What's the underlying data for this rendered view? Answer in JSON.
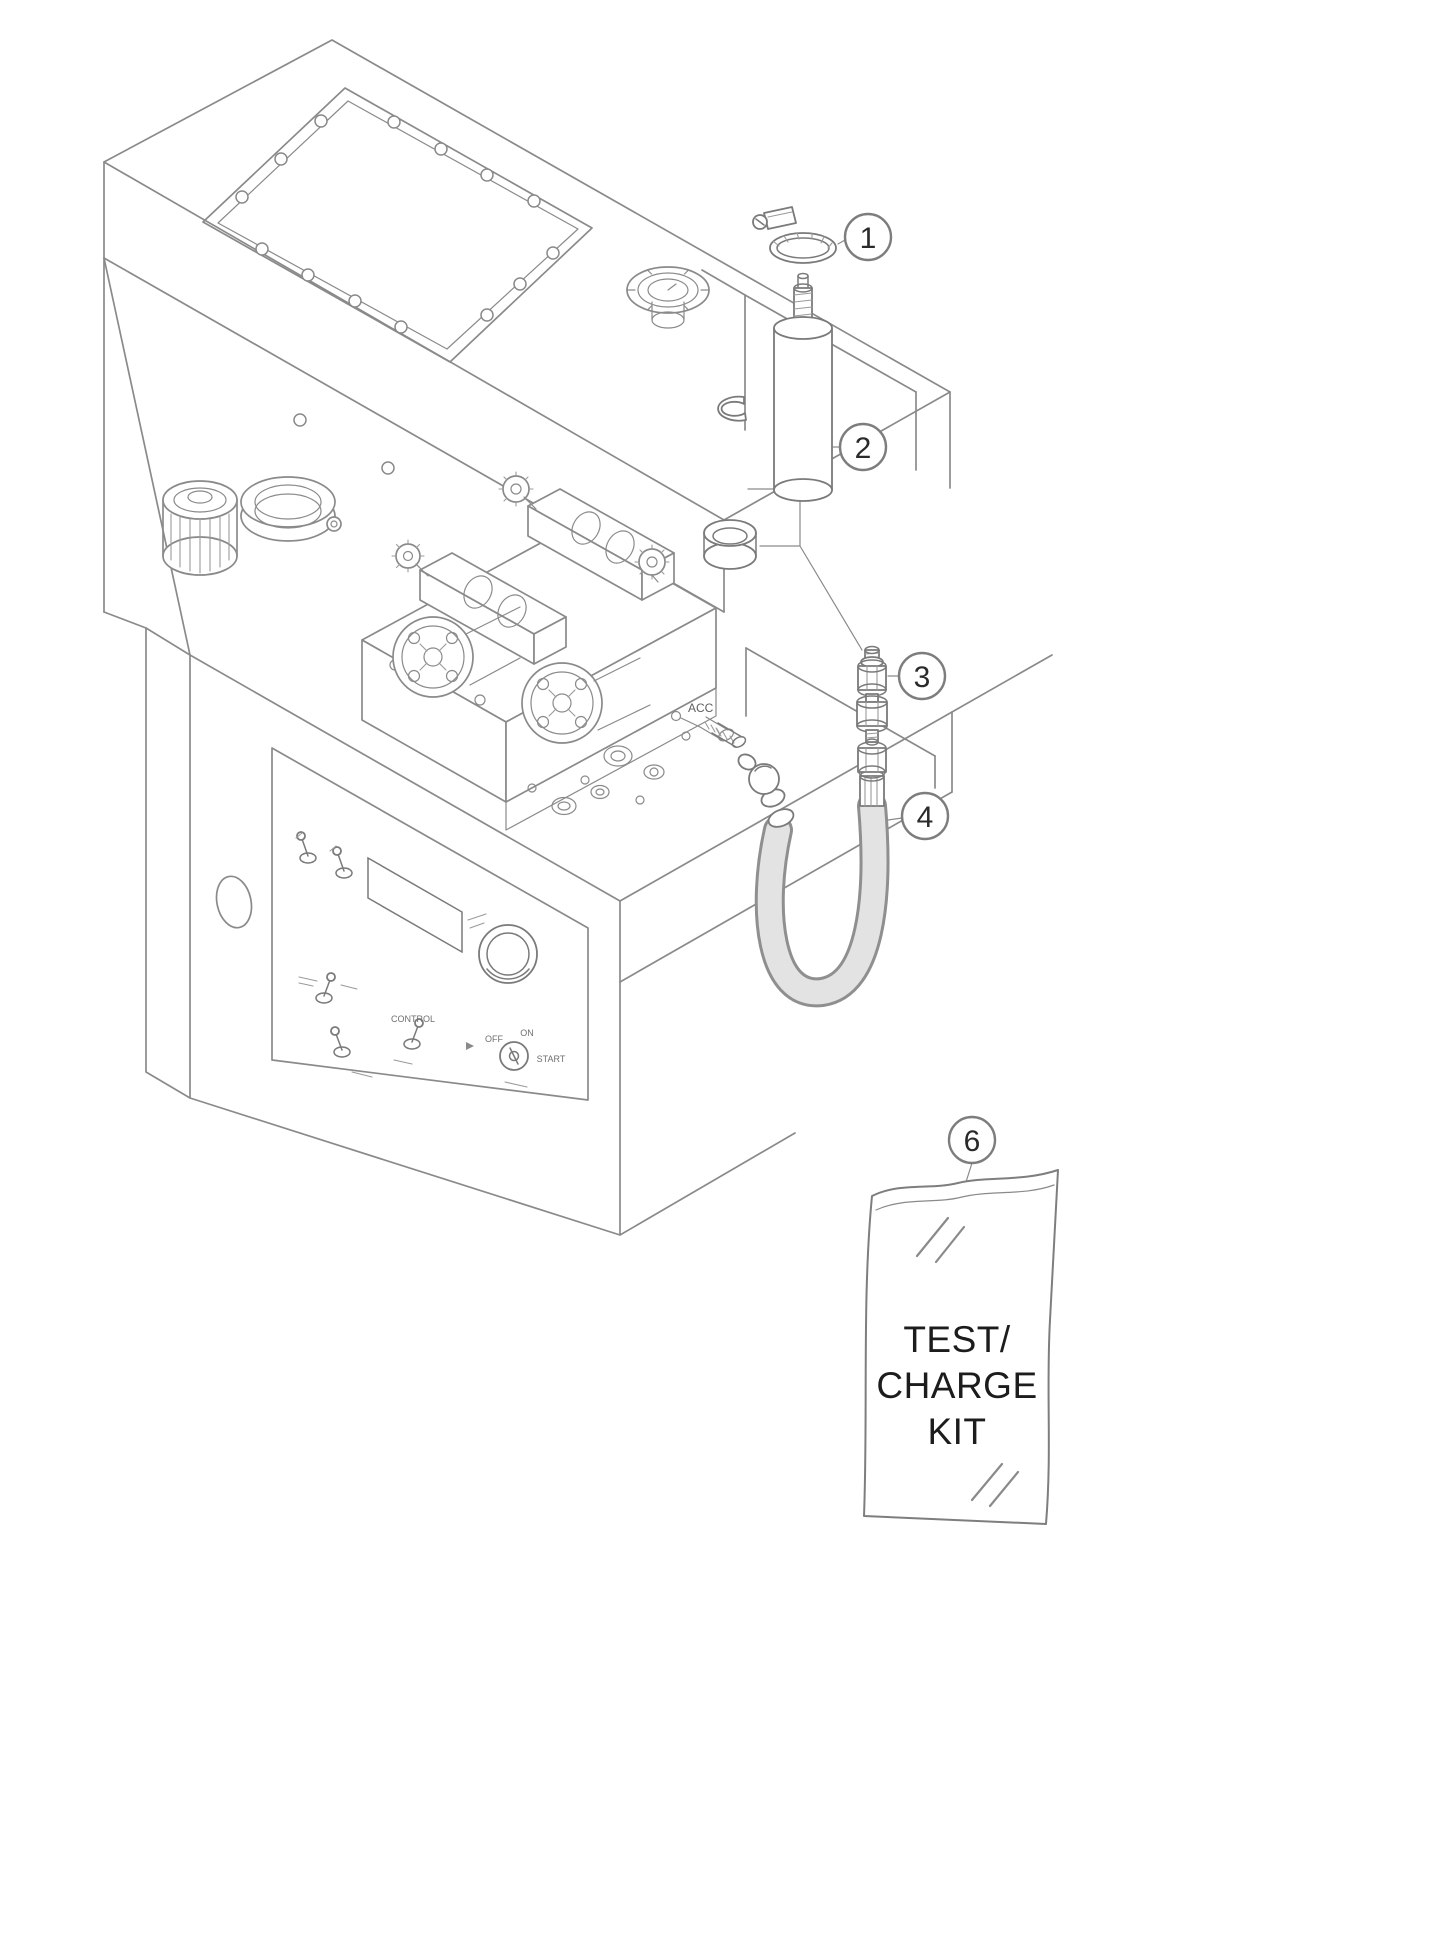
{
  "diagram": {
    "type": "exploded-parts-diagram",
    "callouts": [
      {
        "number": "1"
      },
      {
        "number": "2"
      },
      {
        "number": "3"
      },
      {
        "number": "4"
      },
      {
        "number": "6"
      }
    ],
    "manifold_label": "ACC",
    "panel": {
      "control_label": "CONTROL",
      "key_off": "OFF",
      "key_on": "ON",
      "key_start": "START"
    },
    "kit_bag": {
      "line1": "TEST/",
      "line2": "CHARGE",
      "line3": "KIT"
    },
    "colors": {
      "line": "#8a8a8a",
      "part_line": "#7a7a7a",
      "text": "#1c1c1c",
      "hose_fill": "#e3e3e3",
      "hose_edge": "#8f8f8f"
    }
  }
}
